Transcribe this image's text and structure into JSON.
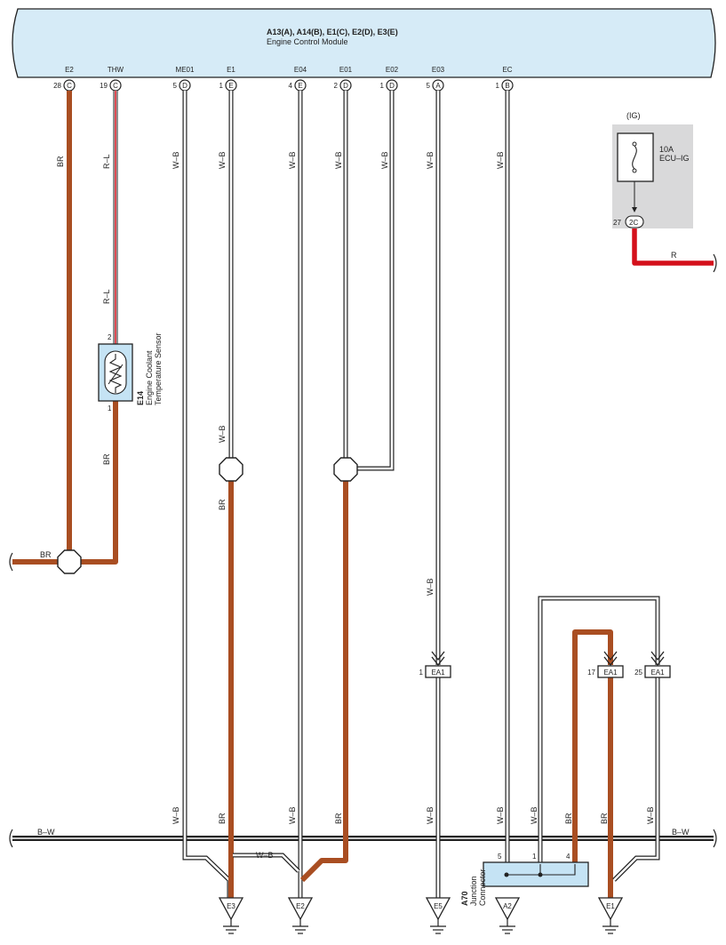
{
  "ecm": {
    "title": "A13(A), A14(B), E1(C), E2(D), E3(E)",
    "subtitle": "Engine Control Module",
    "terminals": [
      {
        "name": "E2",
        "pin": "28",
        "conn": "C"
      },
      {
        "name": "THW",
        "pin": "19",
        "conn": "C"
      },
      {
        "name": "ME01",
        "pin": "5",
        "conn": "D"
      },
      {
        "name": "E1",
        "pin": "1",
        "conn": "E"
      },
      {
        "name": "E04",
        "pin": "4",
        "conn": "E"
      },
      {
        "name": "E01",
        "pin": "2",
        "conn": "D"
      },
      {
        "name": "E02",
        "pin": "1",
        "conn": "D"
      },
      {
        "name": "E03",
        "pin": "5",
        "conn": "A"
      },
      {
        "name": "EC",
        "pin": "1",
        "conn": "B"
      }
    ]
  },
  "sensor": {
    "id": "E14",
    "name_line1": "Engine Coolant",
    "name_line2": "Temperature Sensor",
    "pin_top": "2",
    "pin_bottom": "1"
  },
  "fuse": {
    "group": "(IG)",
    "rating": "10A",
    "name": "ECU–IG",
    "pin": "27",
    "conn": "2C",
    "wire": "R"
  },
  "wires": {
    "br": "BR",
    "rl": "R–L",
    "wb": "W–B",
    "bw": "B–W",
    "r": "R"
  },
  "connectors": [
    {
      "pin": "1",
      "name": "EA1"
    },
    {
      "pin": "17",
      "name": "EA1"
    },
    {
      "pin": "25",
      "name": "EA1"
    }
  ],
  "junction": {
    "id": "A70",
    "line1": "Junction",
    "line2": "Connector",
    "pins": [
      "5",
      "1",
      "4"
    ]
  },
  "grounds": [
    "E3",
    "E2",
    "E5",
    "A2",
    "E1"
  ],
  "colors": {
    "panel": "#d6ebf7",
    "brown": "#a94e22",
    "red": "#d4101b",
    "fuse_bg": "#d9d9da",
    "connector_fill": "#c5e3f4"
  }
}
